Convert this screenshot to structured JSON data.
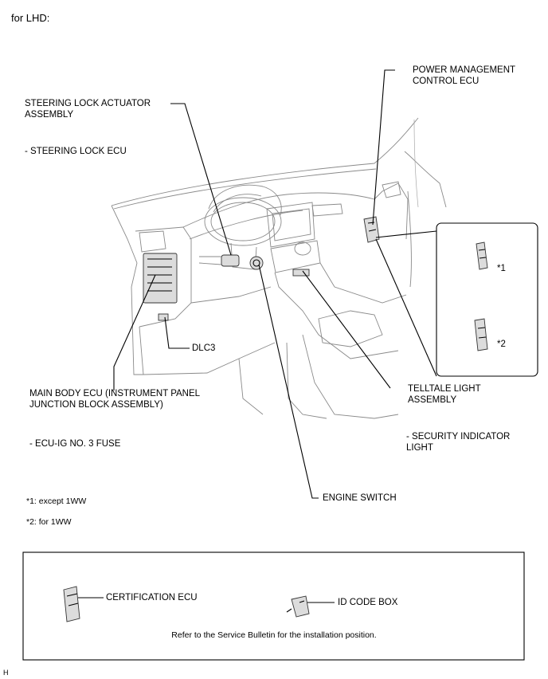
{
  "header": {
    "title": "for LHD:"
  },
  "labels": {
    "steering_lock_actuator": [
      "STEERING LOCK ACTUATOR",
      "ASSEMBLY"
    ],
    "steering_lock_ecu": "- STEERING LOCK ECU",
    "power_management": [
      "POWER MANAGEMENT",
      "CONTROL ECU"
    ],
    "dlc3": "DLC3",
    "main_body_ecu": [
      "MAIN BODY ECU (INSTRUMENT PANEL",
      "JUNCTION BLOCK ASSEMBLY)"
    ],
    "ecu_ig_fuse": "- ECU-IG NO. 3 FUSE",
    "telltale_light": [
      "TELLTALE LIGHT",
      "ASSEMBLY"
    ],
    "security_indicator": [
      "- SECURITY INDICATOR",
      "LIGHT"
    ],
    "engine_switch": "ENGINE SWITCH",
    "variant_1": "*1",
    "variant_2": "*2"
  },
  "notes": {
    "note_1": "*1: except 1WW",
    "note_2": "*2: for 1WW"
  },
  "legend_box": {
    "certification_ecu": "CERTIFICATION ECU",
    "id_code_box": "ID CODE BOX",
    "instruction": "Refer to the Service Bulletin for the installation position."
  },
  "footer": {
    "marker": "H"
  }
}
